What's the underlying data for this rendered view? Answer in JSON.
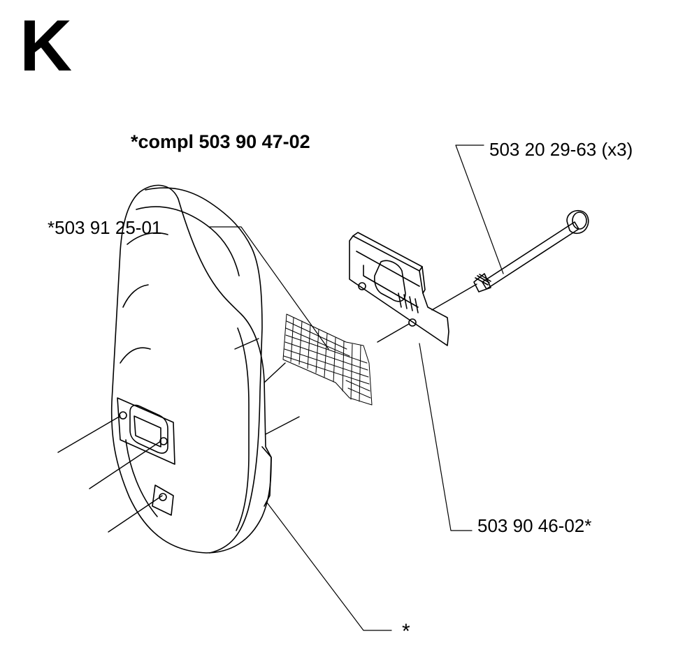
{
  "section_letter": "K",
  "assembly_label": "*compl 503 90 47-02",
  "parts": {
    "spark_screen": "*503 91 25-01",
    "bolt": "503 20 29-63 (x3)",
    "plate": "503 90 46-02*",
    "muffler": "*"
  }
}
